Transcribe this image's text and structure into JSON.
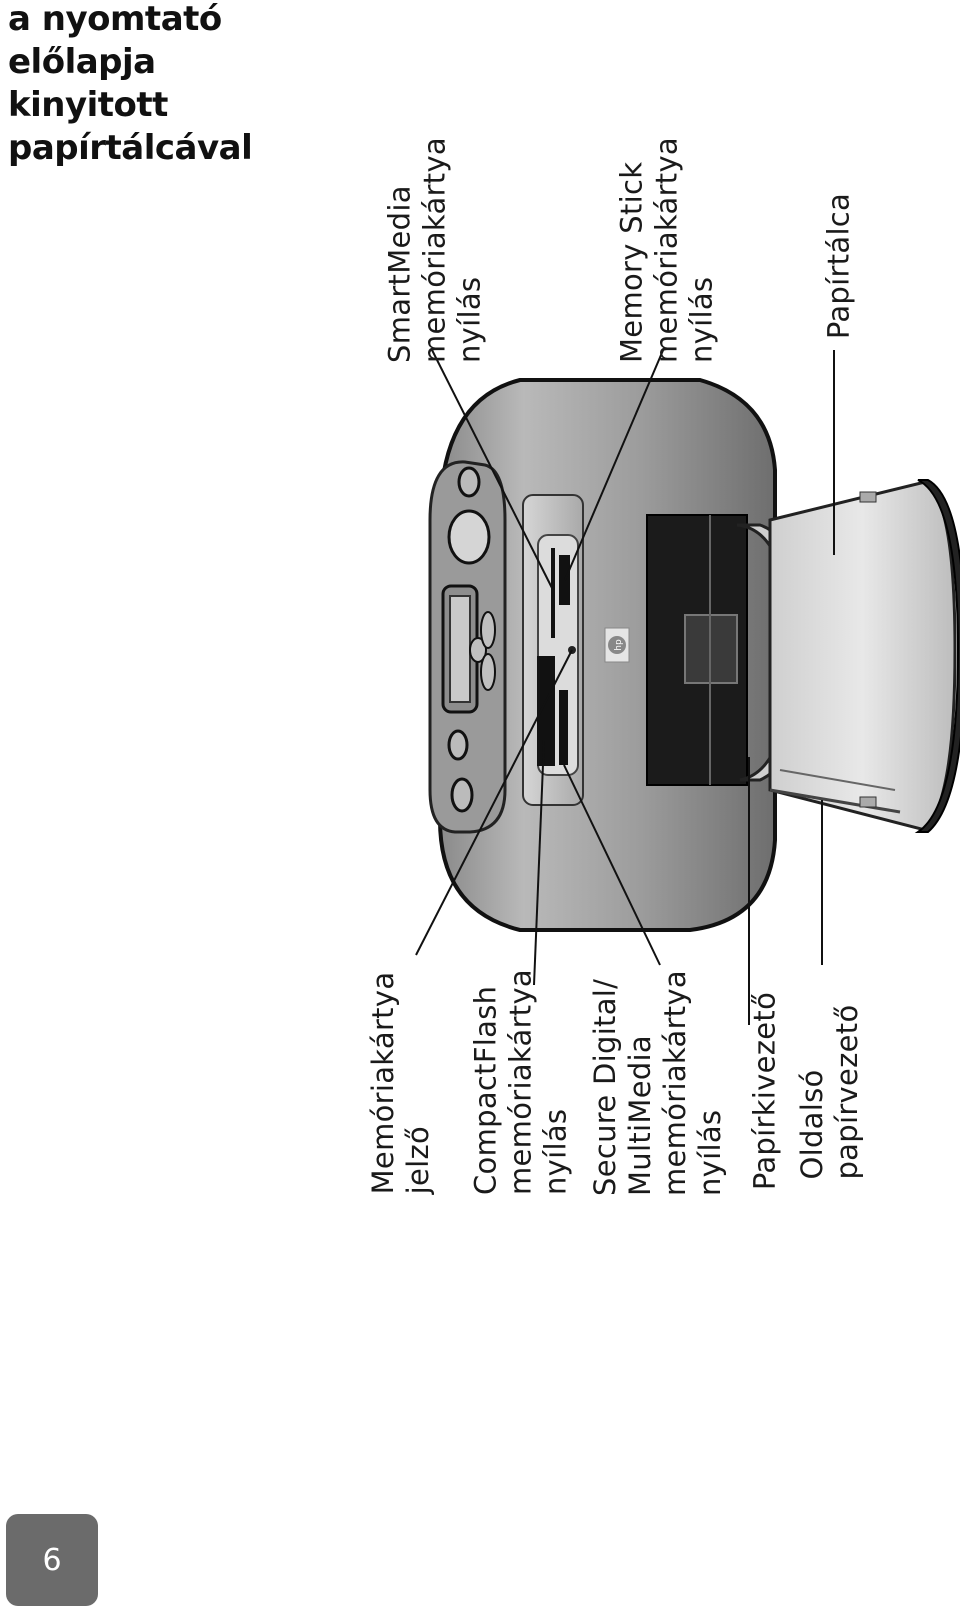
{
  "heading": {
    "lines": [
      "a nyomtató",
      "előlapja",
      "kinyitott",
      "papírtálcával"
    ]
  },
  "callouts": {
    "smartmedia": {
      "lines": [
        "SmartMedia",
        "memóriakártya",
        "nyílás"
      ]
    },
    "memory_stick": {
      "lines": [
        "Memory Stick",
        "memóriakártya",
        "nyílás"
      ]
    },
    "paper_tray": {
      "lines": [
        "Papírtálca"
      ]
    },
    "memory_card_indicator": {
      "lines": [
        "Memóriakártya",
        "jelző"
      ]
    },
    "compactflash": {
      "lines": [
        "CompactFlash",
        "memóriakártya",
        "nyílás"
      ]
    },
    "secure_digital": {
      "lines": [
        "Secure Digital/",
        "MultiMedia",
        "memóriakártya",
        "nyílás"
      ]
    },
    "paper_output": {
      "lines": [
        "Papírkivezető"
      ]
    },
    "side_guide": {
      "lines": [
        "Oldalsó",
        "papírvezető"
      ]
    }
  },
  "logo_text": "hp",
  "page_number": "6"
}
